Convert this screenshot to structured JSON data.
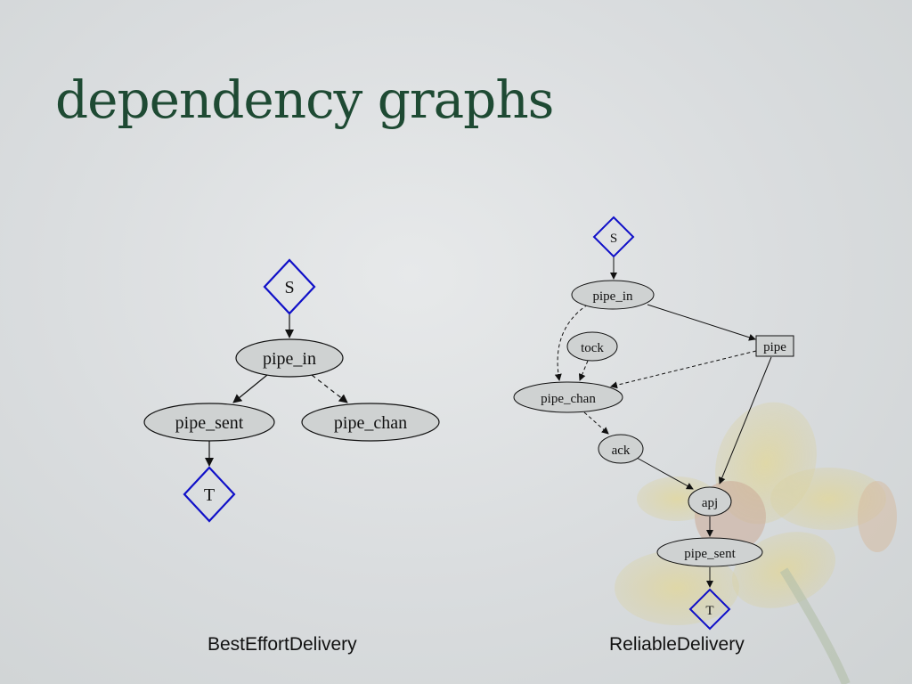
{
  "slide": {
    "title": "dependency graphs"
  },
  "graphs": {
    "best_effort": {
      "caption": "BestEffortDelivery",
      "nodes": {
        "s": "S",
        "pipe_in": "pipe_in",
        "pipe_sent": "pipe_sent",
        "pipe_chan": "pipe_chan",
        "t": "T"
      }
    },
    "reliable": {
      "caption": "ReliableDelivery",
      "nodes": {
        "s": "S",
        "pipe_in": "pipe_in",
        "tock": "tock",
        "pipe": "pipe",
        "pipe_chan": "pipe_chan",
        "ack": "ack",
        "apj": "apj",
        "pipe_sent": "pipe_sent",
        "t": "T"
      }
    }
  },
  "colors": {
    "title": "#1e4a33",
    "diamond_stroke": "#1010c8",
    "node_fill": "#cfd2d2",
    "edge": "#111111"
  }
}
